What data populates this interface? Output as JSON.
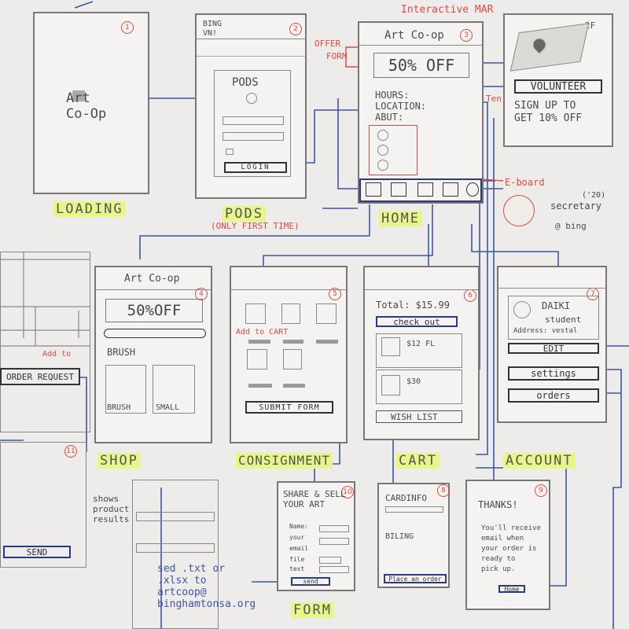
{
  "screens": {
    "loading": {
      "num": "1",
      "logo": "Art\nCo-Op",
      "label": "LOADING"
    },
    "pods": {
      "num": "2",
      "top": "BING\nVN!",
      "title": "PODS",
      "login": "LOGIN",
      "label": "PODS",
      "sublabel": "(ONLY FIRST TIME)"
    },
    "home": {
      "num": "3",
      "title": "Art Co-op",
      "promo": "50% OFF",
      "info": [
        "HOURS:",
        "LOCATION:",
        "ABUT:"
      ],
      "label": "HOME"
    },
    "ar": {
      "num": "2F",
      "volunteer": "VOLUNTEER",
      "signup": "SIGN UP TO\nGET 10% OFF"
    },
    "shop": {
      "num": "4",
      "title": "Art Co-op",
      "promo": "50%OFF",
      "category": "BRUSH",
      "items": [
        "BRUSH",
        "SMALL"
      ],
      "label": "SHOP"
    },
    "consignment": {
      "num": "5",
      "submit": "SUBMIT FORM",
      "label": "CONSIGNMENT"
    },
    "cart": {
      "num": "6",
      "total": "Total: $15.99",
      "checkout": "check out",
      "prices": [
        "$12 FL",
        "$30"
      ],
      "wishlist": "WISH LIST",
      "label": "CART"
    },
    "account": {
      "num": "7",
      "name": "DAIKI",
      "role": "student",
      "address": "Address: vestal",
      "edit": "EDIT",
      "settings": "settings",
      "orders": "orders",
      "label": "ACCOUNT"
    },
    "left": {
      "num": "11",
      "order": "ORDER REQUEST",
      "send": "SEND",
      "add": "Add to"
    },
    "form": {
      "num": "10",
      "title": "SHARE & SELL\nYOUR ART",
      "fields": [
        "Name:",
        "your",
        "email",
        "file",
        "text"
      ],
      "send": "send",
      "label": "FORM"
    },
    "cardinfo": {
      "num": "8",
      "title": "CARDINFO",
      "billing": "BILING",
      "place": "Place an order"
    },
    "thanks": {
      "num": "9",
      "title": "THANKS!",
      "body": "You'll receive\nemail when\nyour order is\nready to\npick up.",
      "home": "Home"
    }
  },
  "annotations": {
    "interactive": "Interactive MAR",
    "offer": "OFFER",
    "form": "FORM",
    "ten": "Ten",
    "eboard": "E-board",
    "secretary": "secretary",
    "year": "('20)",
    "email": "@ bing",
    "addtocart": "Add to CART",
    "shows": "shows\nproduct\nresults",
    "sed": "sed .txt or\n.xlsx to\nartcoop@\nbinghamtonsa.org"
  },
  "colors": {
    "highlight": "#e7f58a",
    "red": "#d84a42",
    "blue": "#3e55a3",
    "paper": "#eeecea"
  }
}
